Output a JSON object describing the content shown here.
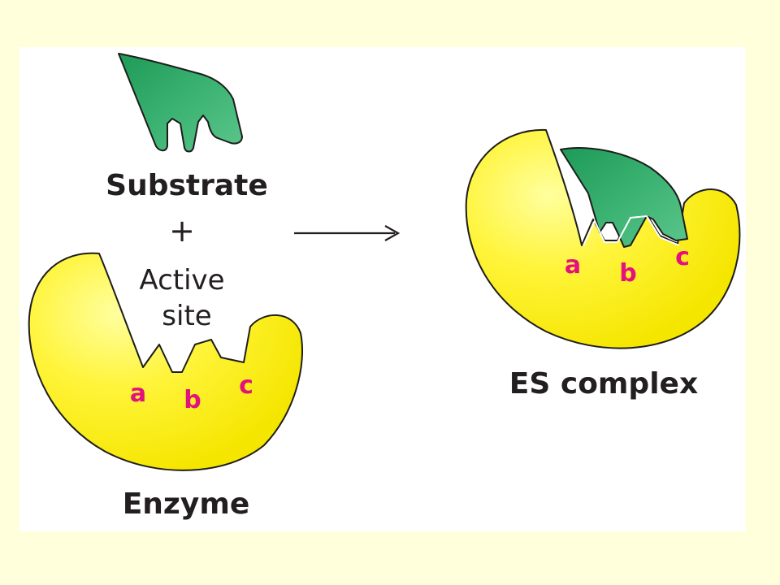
{
  "labels": {
    "substrate": "Substrate",
    "plus": "+",
    "active_line1": "Active",
    "active_line2": "site",
    "enzyme": "Enzyme",
    "complex": "ES complex"
  },
  "binding_sites": {
    "enzyme": [
      "a",
      "b",
      "c"
    ],
    "complex": [
      "a",
      "b",
      "c"
    ]
  },
  "colors": {
    "background": "#ffffdc",
    "panel": "#ffffff",
    "enzyme_fill": "#fff21f",
    "enzyme_highlight": "#ffff9e",
    "substrate_fill": "#2ea866",
    "substrate_highlight": "#7fd3a0",
    "site_label": "#e3107f",
    "text": "#231f20",
    "outline": "#1d1d1b"
  }
}
